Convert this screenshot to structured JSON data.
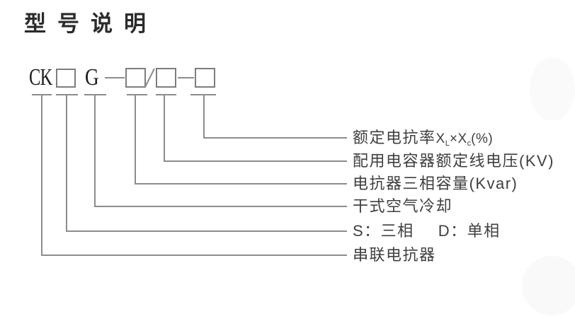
{
  "title": "型号说明",
  "model_code": {
    "prefix": "CK",
    "cooling_letter": "G"
  },
  "descriptions": {
    "rated_reactance": {
      "prefix": "额定电抗率",
      "x_symbol_1": "X",
      "subscript_1": "L",
      "multiply_sign": "×",
      "x_symbol_2": "X",
      "subscript_2": "c",
      "suffix": "(%)"
    },
    "capacitor_line_voltage": "配用电容器额定线电压(KV)",
    "three_phase_capacity": "电抗器三相容量(Kvar)",
    "dry_air_cooling": "干式空气冷却",
    "phase_s": "S：三相",
    "phase_d": "D：单相",
    "series_reactor": "串联电抗器"
  },
  "colors": {
    "title_color": "#2b2b2b",
    "code_color": "#1c1c1c",
    "label_color": "#3f3f3f",
    "line_color": "#8c8c8c",
    "box_color": "#7d7d7d"
  }
}
